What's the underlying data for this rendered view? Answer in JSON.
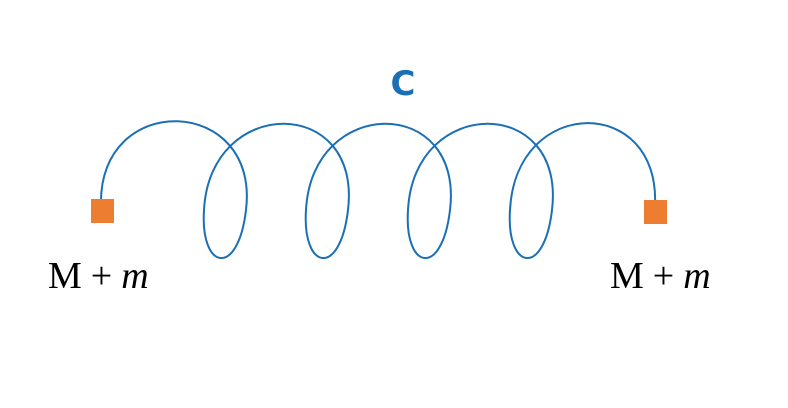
{
  "colors": {
    "spring": "#1a6fb5",
    "mass": "#ed7d31",
    "label_c": "#1a6fb5",
    "text": "#000000"
  },
  "spring": {
    "label": "C"
  },
  "masses": [
    {
      "base": "M",
      "op": "+",
      "var": "m"
    },
    {
      "base": "M",
      "op": "+",
      "var": "m"
    }
  ]
}
